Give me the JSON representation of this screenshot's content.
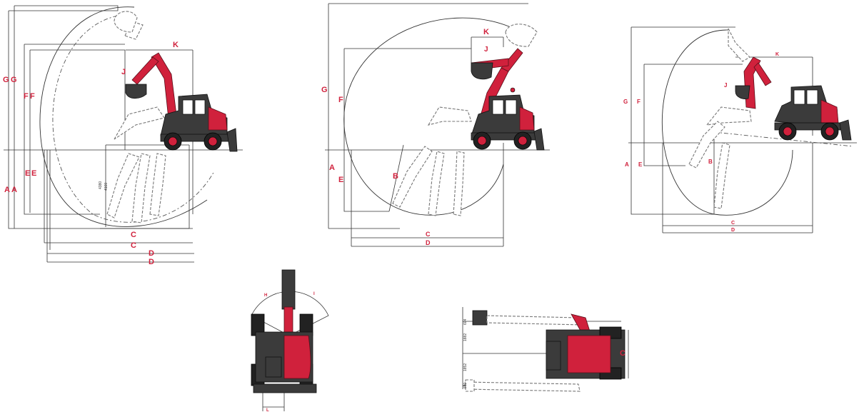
{
  "labels": {
    "a": "A",
    "b": "B",
    "c": "C",
    "d": "D",
    "e": "E",
    "f": "F",
    "g": "G",
    "h": "H",
    "i": "I",
    "j": "J",
    "k": "K",
    "l": "L"
  },
  "dimensions": {
    "d4380": "4380",
    "d4160": "4160",
    "d1882": "1882",
    "d1852": "1852",
    "d604": "604",
    "d690": "690"
  },
  "colors": {
    "accent": "#d0213c",
    "body_dark": "#3b3b3b",
    "line": "#333333"
  }
}
